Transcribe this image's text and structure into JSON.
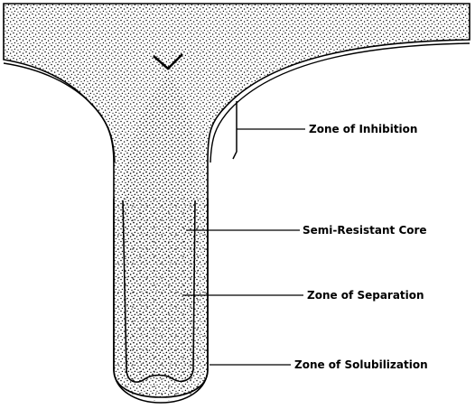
{
  "diagram": {
    "labels": {
      "zone_of_inhibition": "Zone of Inhibition",
      "semi_resistant_core": "Semi-Resistant Core",
      "zone_of_separation": "Zone of Separation",
      "zone_of_solubilization": "Zone of Solubilization"
    },
    "colors": {
      "stroke": "#000000",
      "background": "#ffffff",
      "stipple": "#000000"
    }
  }
}
